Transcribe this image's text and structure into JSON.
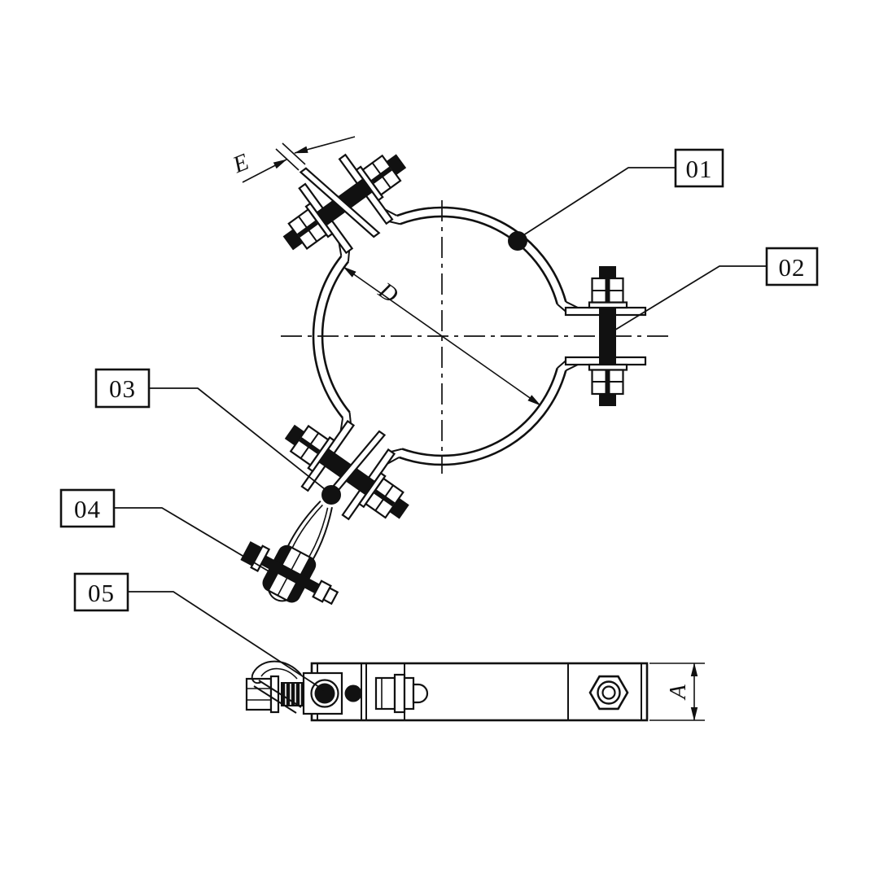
{
  "drawing": {
    "background": "#ffffff",
    "line_color": "#111111",
    "description": "Technical drawing of a three-bolt pole clamp band with suspension roller fitting: top view and side view",
    "callouts": [
      {
        "label": "01"
      },
      {
        "label": "02"
      },
      {
        "label": "03"
      },
      {
        "label": "04"
      },
      {
        "label": "05"
      }
    ],
    "dimensions": {
      "plate_thickness": "E",
      "clamp_diameter": "D",
      "band_height": "A"
    }
  }
}
